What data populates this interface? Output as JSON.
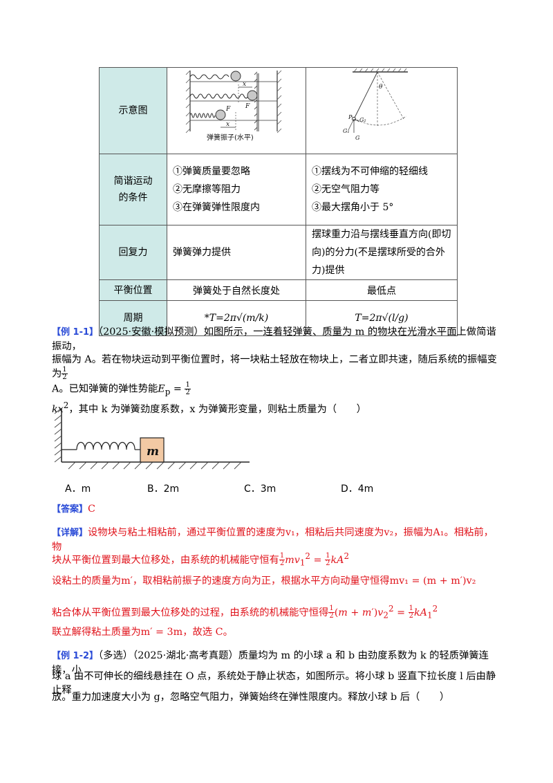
{
  "table": {
    "rows": [
      {
        "head": "示意图",
        "left": "",
        "right": ""
      },
      {
        "head": "简谐运动的条件",
        "left_lines": [
          "①弹簧质量要忽略",
          "②无摩擦等阻力",
          "③在弹簧弹性限度内"
        ],
        "right_lines": [
          "①摆线为不可伸缩的轻细线",
          "②无空气阻力等",
          "③最大摆角小于 5°"
        ]
      },
      {
        "head": "回复力",
        "left": "弹簧弹力提供",
        "right": "摆球重力沿与摆线垂直方向(即切向)的分力(不是摆球所受的合外力)提供"
      },
      {
        "head": "平衡位置",
        "left": "弹簧处于自然长度处",
        "right": "最低点"
      },
      {
        "head": "周期",
        "left": "*T=2π√(m/k)",
        "right": "T=2π√(l/g)"
      }
    ],
    "spring_caption": "弹簧振子(水平)",
    "spring_labels": [
      "x",
      "F",
      "F",
      "x"
    ],
    "pendulum_labels": [
      "θ",
      "P",
      "G₁",
      "G₂",
      "G"
    ]
  },
  "example1": {
    "tag": "【例 1-1】",
    "source": "（2025·安徽·模拟预测）",
    "text1": "如图所示，一连着轻弹簧、质量为 m 的物块在光滑水平面上做简谐振动，",
    "text2": "振幅为 A。若在物块运动到平衡位置时，将一块粘土轻放在物块上，二者立即共速，随后系统的振幅变为",
    "text3": "A。已知弹簧的弹性势能",
    "text4": "，其中 k 为弹簧劲度系数，x 为弹簧形变量，则粘土质量为（　　）",
    "block_label": "m",
    "options": [
      "A．m",
      "B．2m",
      "C．3m",
      "D．4m"
    ],
    "answer_tag": "【答案】",
    "answer": "C",
    "detail_tag": "【详解】",
    "detail1": "设物块与粘土相粘前，通过平衡位置的速度为v₁，相粘后共同速度为v₂，振幅为A₁。相粘前，物",
    "detail2": "块从平衡位置到最大位移处，由系统的机械能守恒有",
    "detail3": "设粘土的质量为m′，取相粘前振子的速度方向为正，根据水平方向动量守恒得mv₁ = (m + m′)v₂",
    "detail4": "粘合体从平衡位置到最大位移处的过程，由系统的机械能守恒得",
    "detail5": "联立解得粘土质量为m′ = 3m，故选 C。"
  },
  "example2": {
    "tag": "【例 1-2】",
    "source": "（多选）（2025·湖北·高考真题）",
    "text1": "质量均为 m 的小球 a 和 b 由劲度系数为 k 的轻质弹簧连接，小",
    "text2": "球 a 由不可伸长的细线悬挂在 O 点，系统处于静止状态，如图所示。将小球 b 竖直下拉长度 l 后由静止释",
    "text3": "放。重力加速度大小为 g，忽略空气阻力，弹簧始终在弹性限度内。释放小球 b 后（　　）"
  }
}
